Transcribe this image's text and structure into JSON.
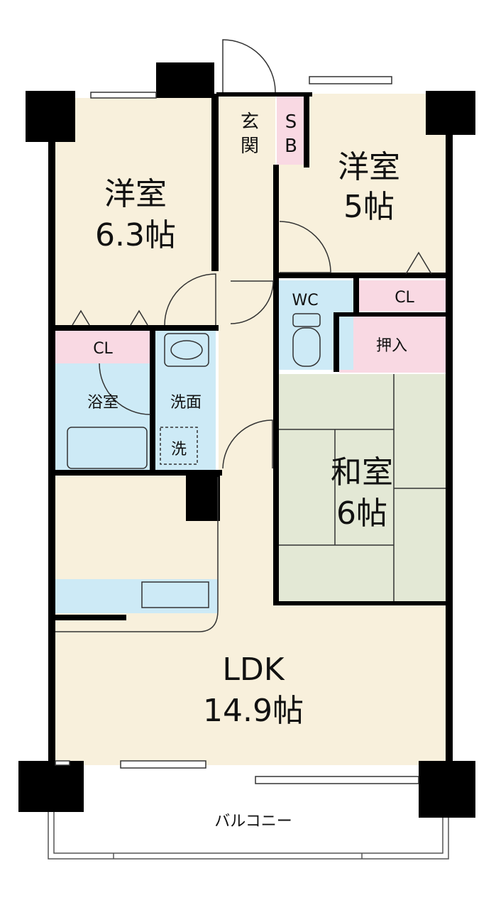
{
  "rooms": {
    "western1": {
      "name": "洋室",
      "size": "6.3帖"
    },
    "western2": {
      "name": "洋室",
      "size": "5帖"
    },
    "japanese": {
      "name": "和室",
      "size": "6帖"
    },
    "ldk": {
      "name": "LDK",
      "size": "14.9帖"
    },
    "entrance": {
      "char1": "玄",
      "char2": "関"
    },
    "shoebox": {
      "char1": "S",
      "char2": "B"
    },
    "wc": "WC",
    "closet1": "CL",
    "closet2": "CL",
    "oshiire": "押入",
    "bath": "浴室",
    "washroom": "洗面",
    "washer": "洗",
    "balcony": "バルコニー"
  },
  "colors": {
    "floor": "#f8f0dc",
    "closet": "#f9d9e3",
    "wet": "#cdeaf6",
    "tatami": "#e3e8d5",
    "wall": "#000000"
  }
}
